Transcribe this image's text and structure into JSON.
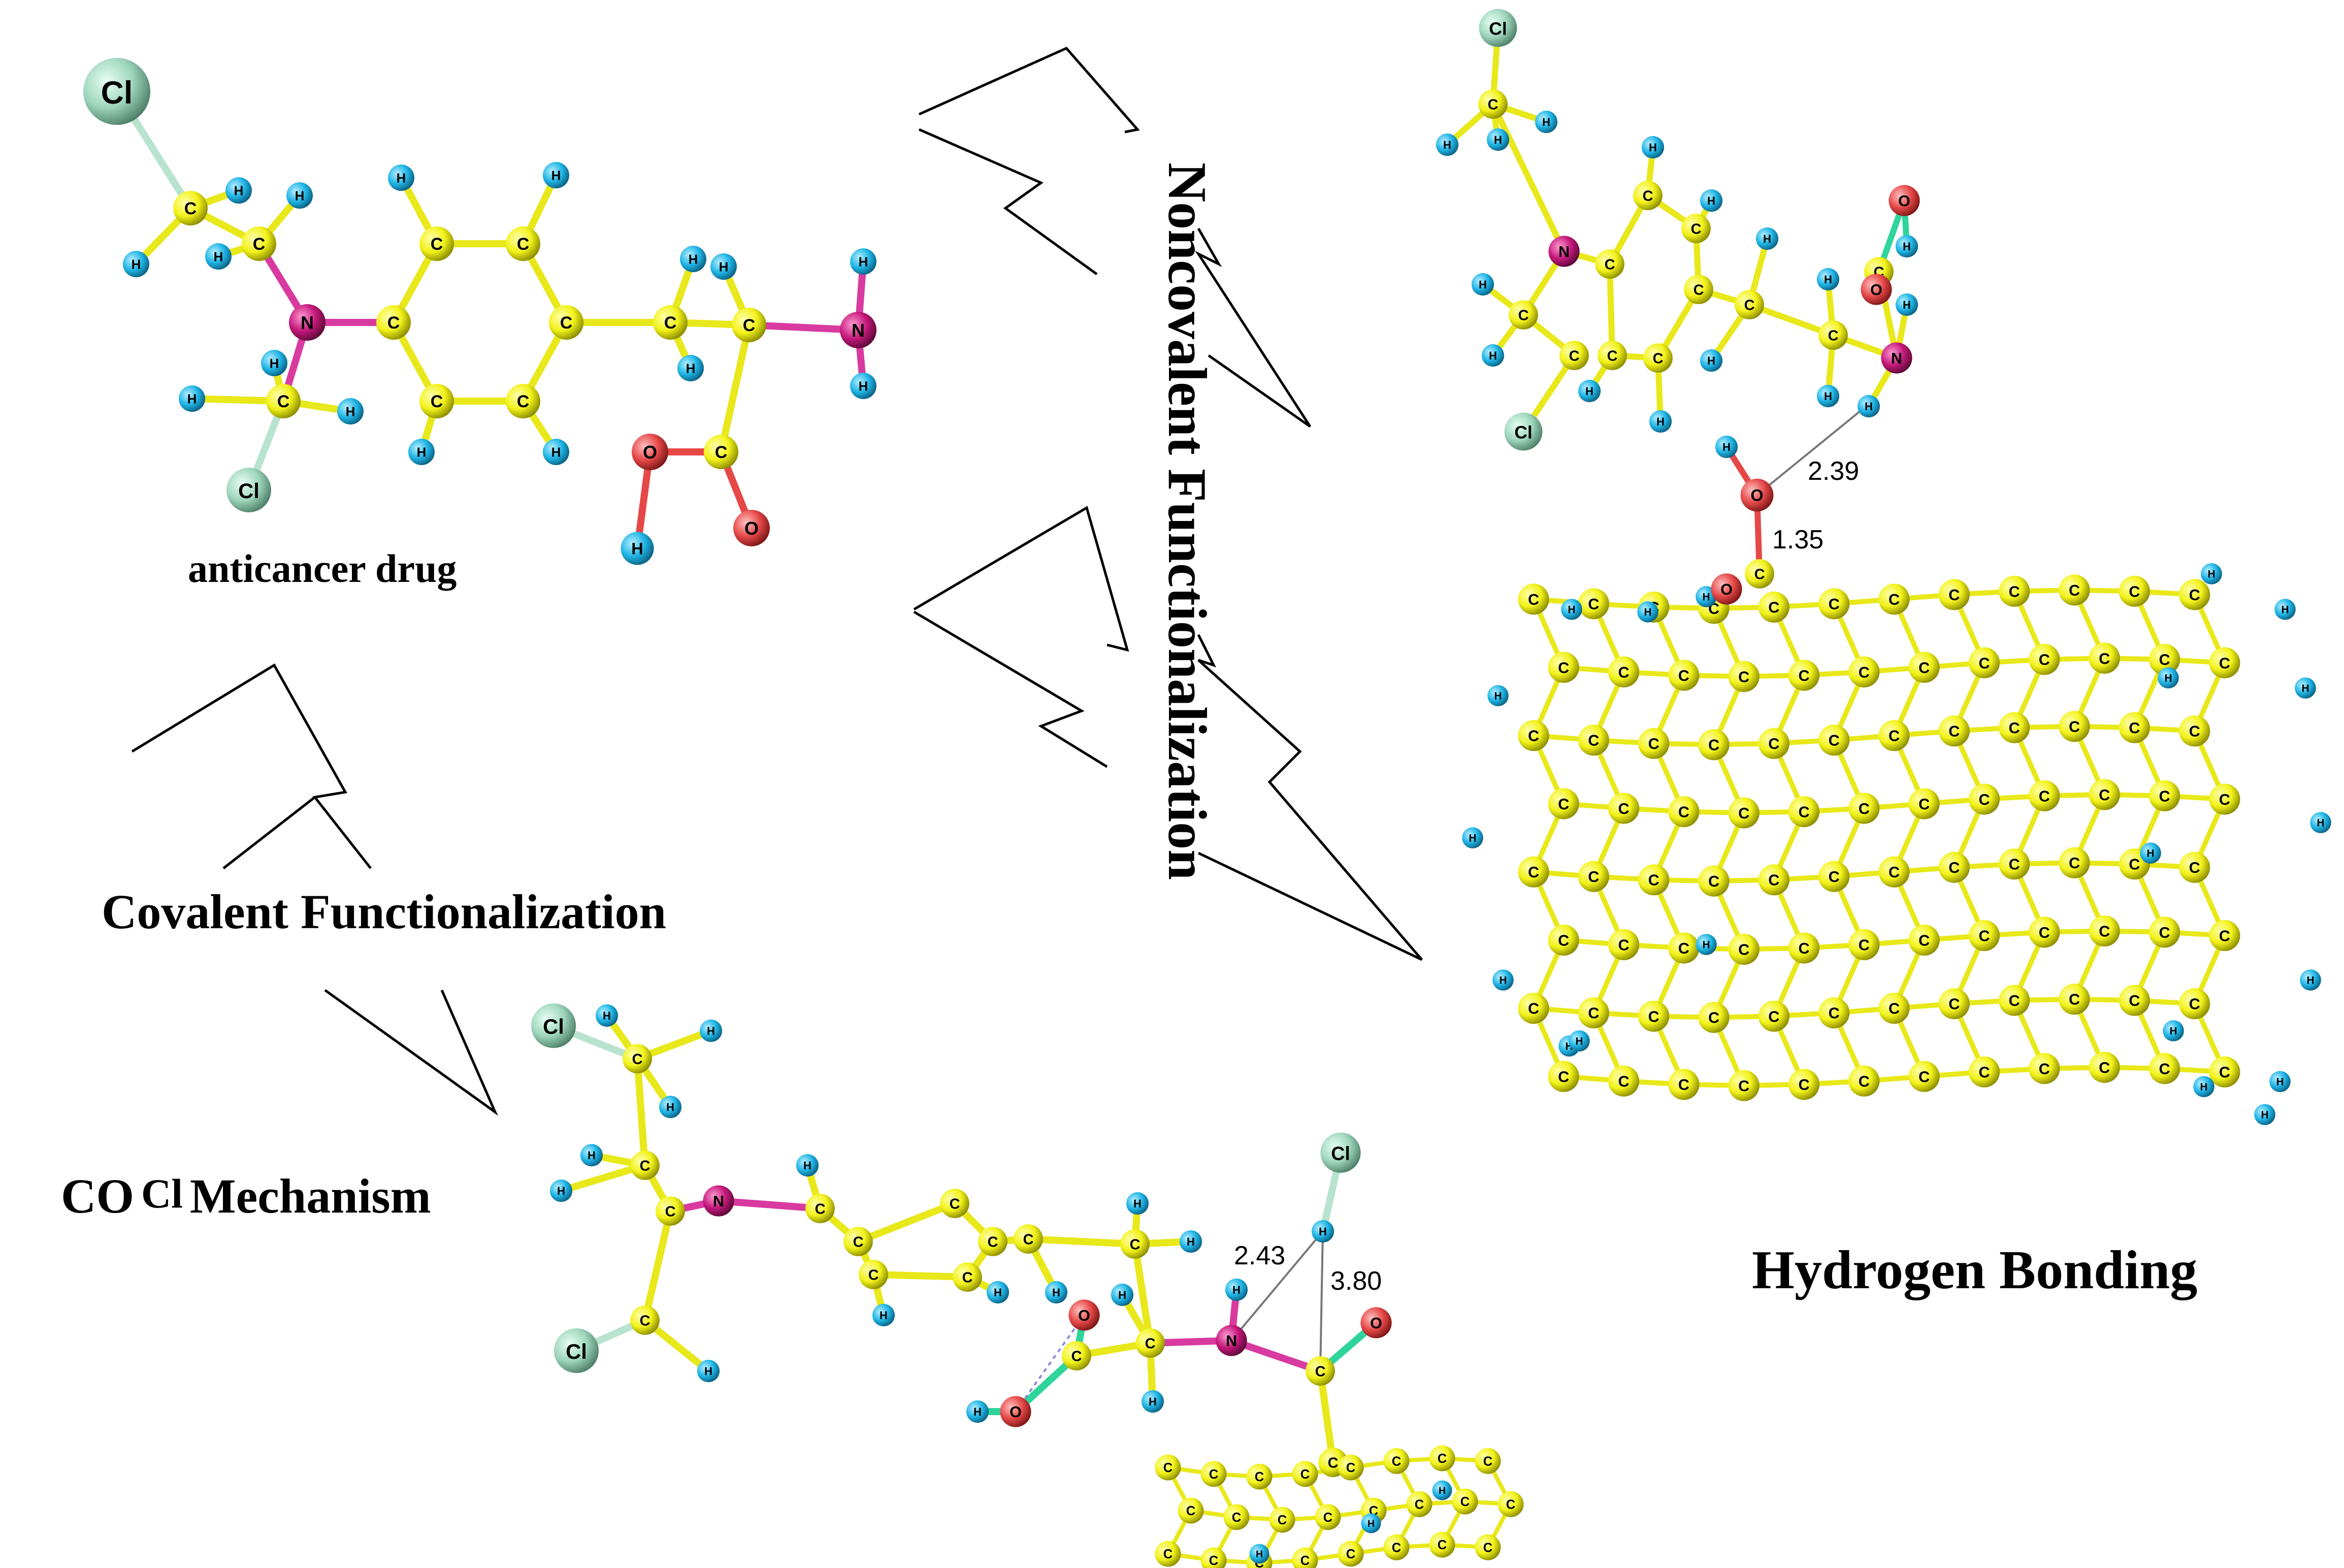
{
  "labels": {
    "anticancer": "anticancer drug",
    "covalent": "Covalent Functionalization",
    "mechanism_left": "CO",
    "mechanism_cl": "Cl",
    "mechanism_right": "Mechanism",
    "noncovalent": "Noncovalent Functionalization",
    "hbond": "Hydrogen Bonding"
  },
  "distances": {
    "d1": "2.39",
    "d2": "1.35",
    "d3": "2.43",
    "d4": "3.80"
  },
  "element_symbols": {
    "carbon": "C",
    "hydrogen": "H",
    "nitrogen": "N",
    "oxygen": "O",
    "chlorine": "Cl"
  },
  "colors": {
    "carbon": "#f2f21a",
    "hydrogen": "#1fb5e6",
    "nitrogen": "#c4187a",
    "oxygen": "#e64848",
    "chlorine": "#9fd6bd",
    "bond": "#e8e81a",
    "arrow": "#000000"
  }
}
